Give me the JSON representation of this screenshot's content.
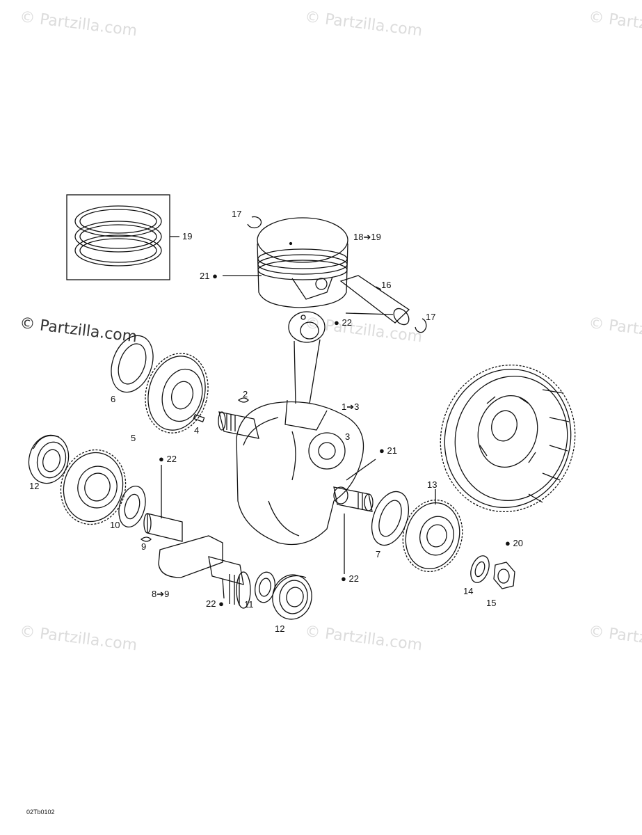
{
  "watermarks": {
    "light": "© Partzilla.com",
    "dark": "© Partzilla.com"
  },
  "labels": {
    "l19": "19",
    "l17a": "17",
    "l18_19": "18➔19",
    "l21a": "21",
    "l16": "16",
    "l22a": "22",
    "l17b": "17",
    "l6": "6",
    "l2": "2",
    "l1_3": "1➔3",
    "l4": "4",
    "l5": "5",
    "l3": "3",
    "l21b": "21",
    "l22b": "22",
    "l12a": "12",
    "l10": "10",
    "l13": "13",
    "l9": "9",
    "l7": "7",
    "l22c": "22",
    "l20": "20",
    "l8_9": "8➔9",
    "l22d": "22",
    "l11": "11",
    "l14": "14",
    "l15": "15",
    "l12b": "12"
  },
  "reference_code": "02Tb0102",
  "colors": {
    "line": "#111111",
    "watermark": "#dcdcdc"
  }
}
